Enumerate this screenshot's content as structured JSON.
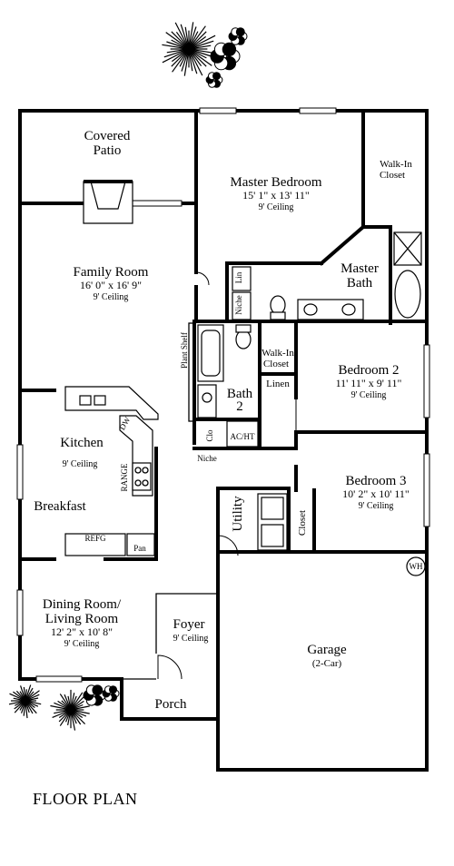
{
  "caption": "FLOOR PLAN",
  "rooms": {
    "covered_patio": {
      "line1": "Covered",
      "line2": "Patio"
    },
    "master_bedroom": {
      "name": "Master Bedroom",
      "dims": "15' 1\" x 13' 11\"",
      "ceiling": "9' Ceiling"
    },
    "walkin_closet_master": {
      "line1": "Walk-In",
      "line2": "Closet"
    },
    "family_room": {
      "name": "Family Room",
      "dims": "16' 0\" x 16' 9\"",
      "ceiling": "9' Ceiling"
    },
    "master_bath": {
      "line1": "Master",
      "line2": "Bath"
    },
    "lin": "Lin",
    "niche_top": "Niche",
    "plant_shelf": "Plant Shelf",
    "walkin_closet_2": {
      "line1": "Walk-In",
      "line2": "Closet"
    },
    "linen": "Linen",
    "bedroom2": {
      "name": "Bedroom 2",
      "dims": "11' 11\" x 9' 11\"",
      "ceiling": "9' Ceiling"
    },
    "bath2": {
      "line1": "Bath",
      "line2": "2"
    },
    "kitchen": {
      "name": "Kitchen",
      "ceiling": "9' Ceiling"
    },
    "dw": "DW",
    "range": "RANGE",
    "clo": "Clo",
    "ac_ht": "AC/HT",
    "niche_bottom": "Niche",
    "breakfast": "Breakfast",
    "bedroom3": {
      "name": "Bedroom 3",
      "dims": "10' 2\" x 10' 11\"",
      "ceiling": "9' Ceiling"
    },
    "utility": "Utility",
    "closet": "Closet",
    "refg": "REFG",
    "pan": "Pan",
    "wh": "WH",
    "dining": {
      "line1": "Dining Room/",
      "line2": "Living Room",
      "dims": "12' 2\" x 10' 8\"",
      "ceiling": "9' Ceiling"
    },
    "foyer": {
      "name": "Foyer",
      "ceiling": "9' Ceiling"
    },
    "garage": {
      "name": "Garage",
      "sub": "(2-Car)"
    },
    "porch": "Porch"
  }
}
